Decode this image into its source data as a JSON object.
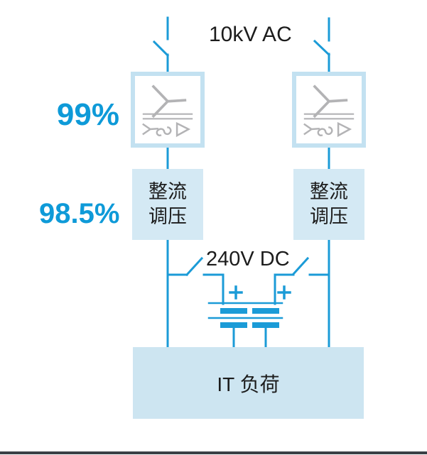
{
  "diagram": {
    "top_label": "10kV AC",
    "dc_label": "240V DC",
    "transformer_efficiency": "99%",
    "rectifier_efficiency": "98.5%",
    "rectifier_unit": {
      "line1": "整流",
      "line2": "调压"
    },
    "it_load": "IT 负荷"
  },
  "icons": {
    "switch": "disconnect-switch-icon",
    "transformer": "transformer-rectifier-icon",
    "battery": "battery-icon",
    "plus": "plus-polarity-icon"
  },
  "colors": {
    "wire_blue": "#1b9bd7",
    "label_blue": "#0e9ad8",
    "box_fill": "#d4e9f4",
    "it_box_fill": "#cde5f1",
    "transformer_border": "#c3e1f1",
    "symbol_gray": "#b3b3b5",
    "text_black": "#1c1c1c",
    "divider_dark": "#3a4045"
  }
}
